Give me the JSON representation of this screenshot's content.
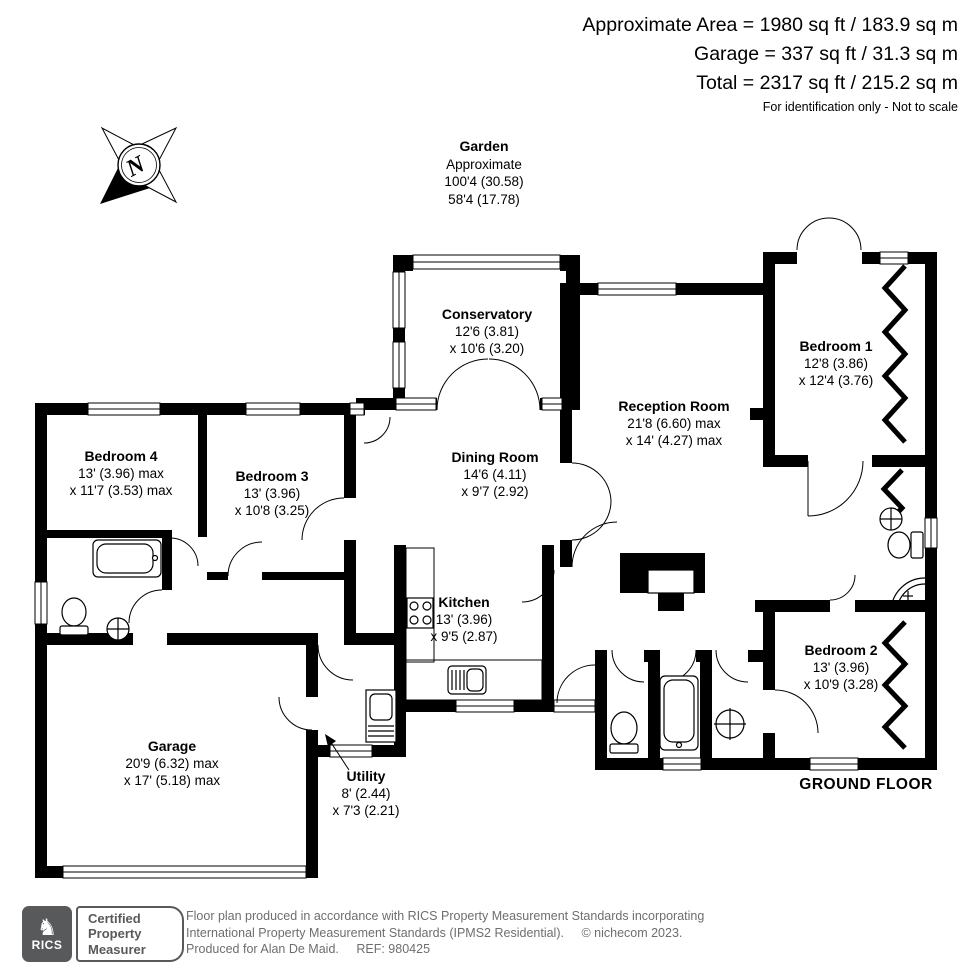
{
  "header": {
    "line1": "Approximate Area = 1980 sq ft / 183.9 sq m",
    "line2": "Garage = 337 sq ft / 31.3 sq m",
    "line3": "Total = 2317 sq ft / 215.2 sq m",
    "disclaimer": "For identification only - Not to scale"
  },
  "compass": {
    "letter": "N"
  },
  "garden": {
    "title": "Garden",
    "line1": "Approximate",
    "line2": "100'4 (30.58)",
    "line3": "58'4 (17.78)"
  },
  "rooms": [
    {
      "name": "Conservatory",
      "dim1": "12'6 (3.81)",
      "dim2": "x 10'6 (3.20)"
    },
    {
      "name": "Bedroom 1",
      "dim1": "12'8 (3.86)",
      "dim2": "x 12'4 (3.76)"
    },
    {
      "name": "Reception Room",
      "dim1": "21'8 (6.60) max",
      "dim2": "x 14' (4.27) max"
    },
    {
      "name": "Dining Room",
      "dim1": "14'6 (4.11)",
      "dim2": "x 9'7 (2.92)"
    },
    {
      "name": "Bedroom 4",
      "dim1": "13' (3.96) max",
      "dim2": "x 11'7 (3.53) max"
    },
    {
      "name": "Bedroom 3",
      "dim1": "13' (3.96)",
      "dim2": "x 10'8 (3.25)"
    },
    {
      "name": "Kitchen",
      "dim1": "13' (3.96)",
      "dim2": "x 9'5 (2.87)"
    },
    {
      "name": "Bedroom 2",
      "dim1": "13' (3.96)",
      "dim2": "x 10'9 (3.28)"
    },
    {
      "name": "Garage",
      "dim1": "20'9 (6.32) max",
      "dim2": "x 17' (5.18) max"
    },
    {
      "name": "Utility",
      "dim1": "8' (2.44)",
      "dim2": "x 7'3 (2.21)"
    }
  ],
  "floor_label": "GROUND FLOOR",
  "footer": {
    "rics_label": "RICS",
    "badge_line1": "Certified",
    "badge_line2": "Property",
    "badge_line3": "Measurer",
    "text_line1": "Floor plan produced in accordance with RICS Property Measurement Standards incorporating",
    "text_line2": "International Property Measurement Standards (IPMS2 Residential).",
    "copyright": "© nichecom 2023.",
    "produced_for": "Produced for Alan De Maid.",
    "ref": "REF: 980425"
  },
  "colors": {
    "wall": "#000000",
    "brand_gray": "#58595B",
    "footer_text_gray": "#6D6E71"
  }
}
